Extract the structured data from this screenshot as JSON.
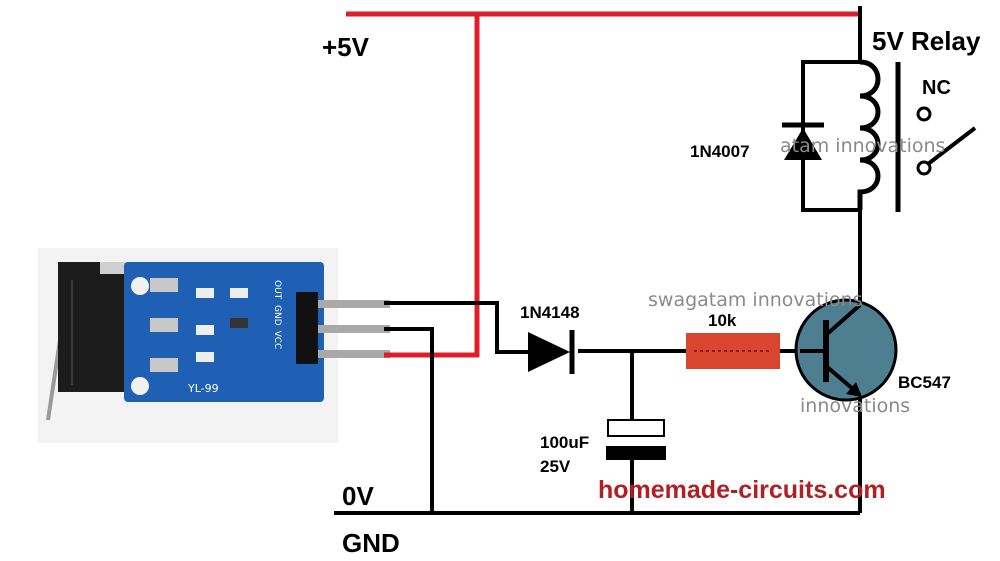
{
  "labels": {
    "supply": "+5V",
    "relay": "5V Relay",
    "nc": "NC",
    "flyback_diode": "1N4007",
    "signal_diode": "1N4148",
    "resistor": "10k",
    "transistor": "BC547",
    "capacitor_value": "100uF",
    "capacitor_voltage": "25V",
    "zero_volt": "0V",
    "ground": "GND",
    "site": "homemade-circuits.com"
  },
  "watermarks": {
    "top": "atam innovations",
    "middle": "swagatam innovations",
    "bottom": "innovations"
  },
  "module": {
    "model": "YL-99",
    "pins": [
      "OUT",
      "GND",
      "VCC"
    ]
  },
  "colors": {
    "wire": "#000000",
    "supply_wire": "#e01e2a",
    "resistor": "#d9452e",
    "transistor": "#4d7f91",
    "pcb": "#1f5fb4",
    "site_text": "#b21f23"
  }
}
